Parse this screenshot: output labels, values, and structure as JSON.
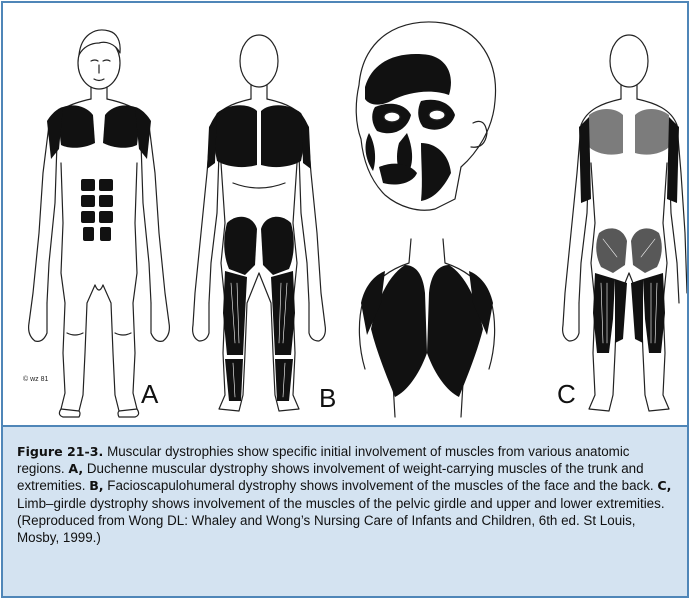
{
  "figure": {
    "panels": [
      {
        "letter": "A",
        "signature": "© wz 81"
      },
      {
        "letter": "B"
      },
      {
        "letter": "C"
      }
    ],
    "caption": {
      "label": "Figure 21-3.",
      "intro": " Muscular dystrophies show specific initial involvement of muscles from various anatomic regions. ",
      "a_label": "A,",
      "a_text": " Duchenne muscular dystrophy shows involvement of weight-carrying muscles of the trunk and extremities. ",
      "b_label": "B,",
      "b_text": " Facioscapulohumeral dystrophy shows involvement of the muscles of the face and the back. ",
      "c_label": "C,",
      "c_text": " Limb–girdle dystrophy shows involvement of the muscles of the pelvic girdle and upper and lower extremities. (Reproduced from Wong DL: Whaley and Wong’s Nursing Care of Infants and Children, 6th ed. St Louis, Mosby, 1999.)"
    },
    "colors": {
      "frame": "#4f86b8",
      "caption_bg": "#d4e3f1",
      "ink": "#111111"
    }
  }
}
